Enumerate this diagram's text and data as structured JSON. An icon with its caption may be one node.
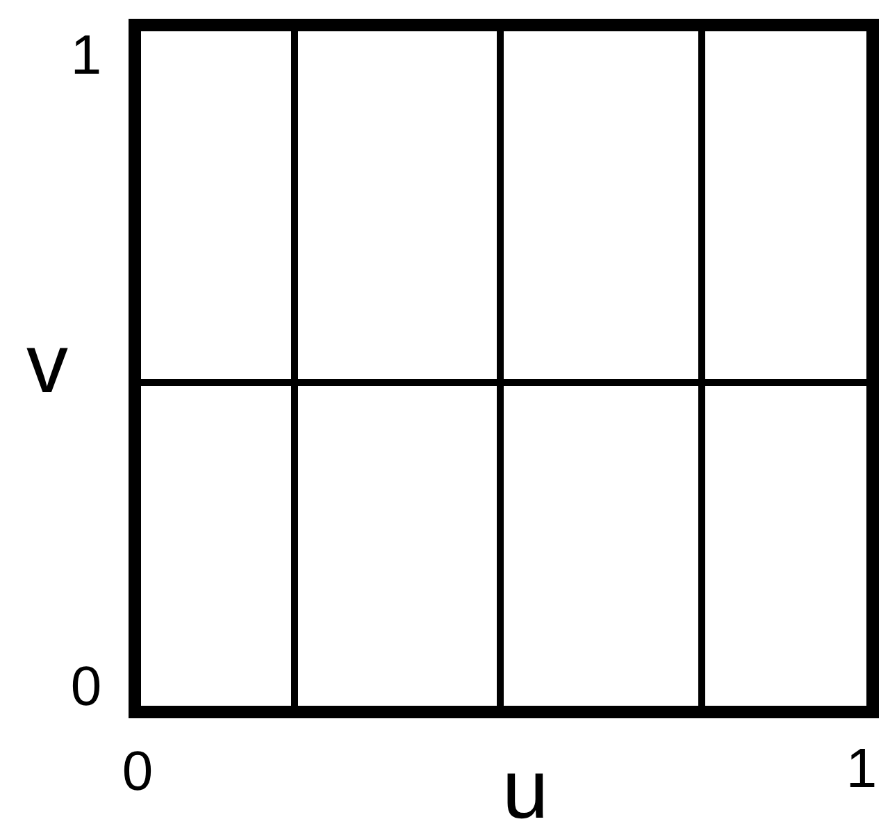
{
  "diagram": {
    "labels": [
      "1",
      "v",
      "0",
      "0",
      "u",
      "1"
    ]
  }
}
